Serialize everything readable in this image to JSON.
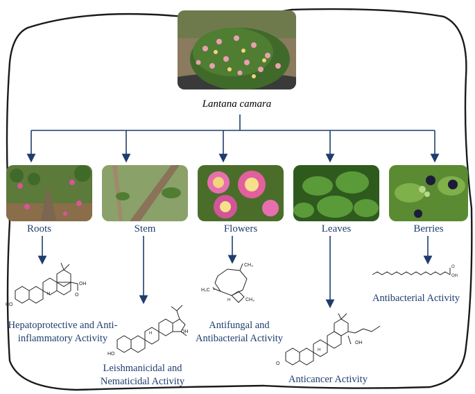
{
  "title": "Lantana camara",
  "parts": [
    {
      "label": "Roots",
      "activity": "Hepatoprotective and Anti-inflammatory Activity",
      "photo_icon": "roots-photo"
    },
    {
      "label": "Stem",
      "activity": "Leishmanicidal and Nematicidal Activity",
      "photo_icon": "stem-photo"
    },
    {
      "label": "Flowers",
      "activity": "Antifungal and Antibacterial Activity",
      "photo_icon": "flowers-photo"
    },
    {
      "label": "Leaves",
      "activity": "Anticancer Activity",
      "photo_icon": "leaves-photo"
    },
    {
      "label": "Berries",
      "activity": "Antibacterial Activity",
      "photo_icon": "berries-photo"
    }
  ],
  "colors": {
    "arrow": "#1f3c6e",
    "frame": "#1a1a1a",
    "text": "#1f3c6e"
  },
  "molecule_labels": {
    "oh": "OH",
    "ho": "HO",
    "h": "H",
    "o": "O",
    "h2c": "H₂C",
    "ch3": "CH₃"
  }
}
